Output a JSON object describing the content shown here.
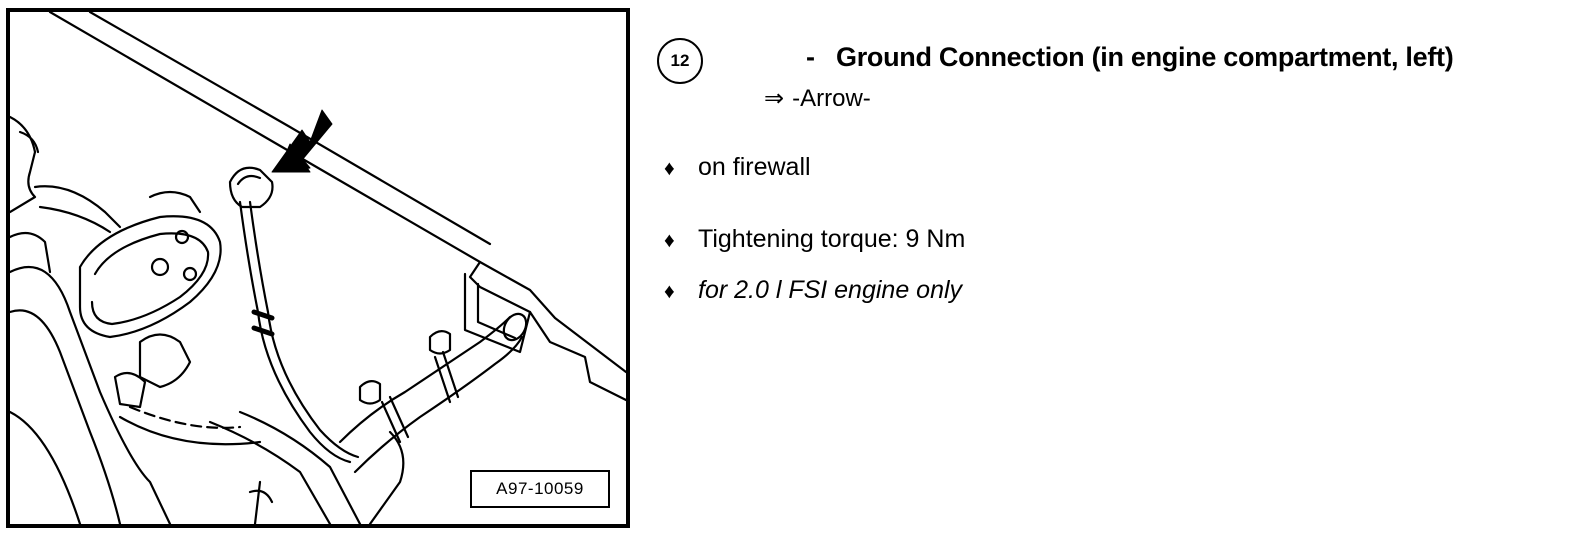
{
  "figure": {
    "label": "A97-10059"
  },
  "item": {
    "number": "12",
    "dash": "-",
    "title": "Ground Connection (in engine compartment, left)",
    "arrow_symbol": "⇒",
    "arrow_text": "-Arrow-"
  },
  "bullet_symbol": "♦",
  "bullets": [
    {
      "text": "on firewall"
    },
    {
      "text": "Tightening torque: 9 Nm"
    },
    {
      "text": "for 2.0 l FSI engine only"
    }
  ]
}
